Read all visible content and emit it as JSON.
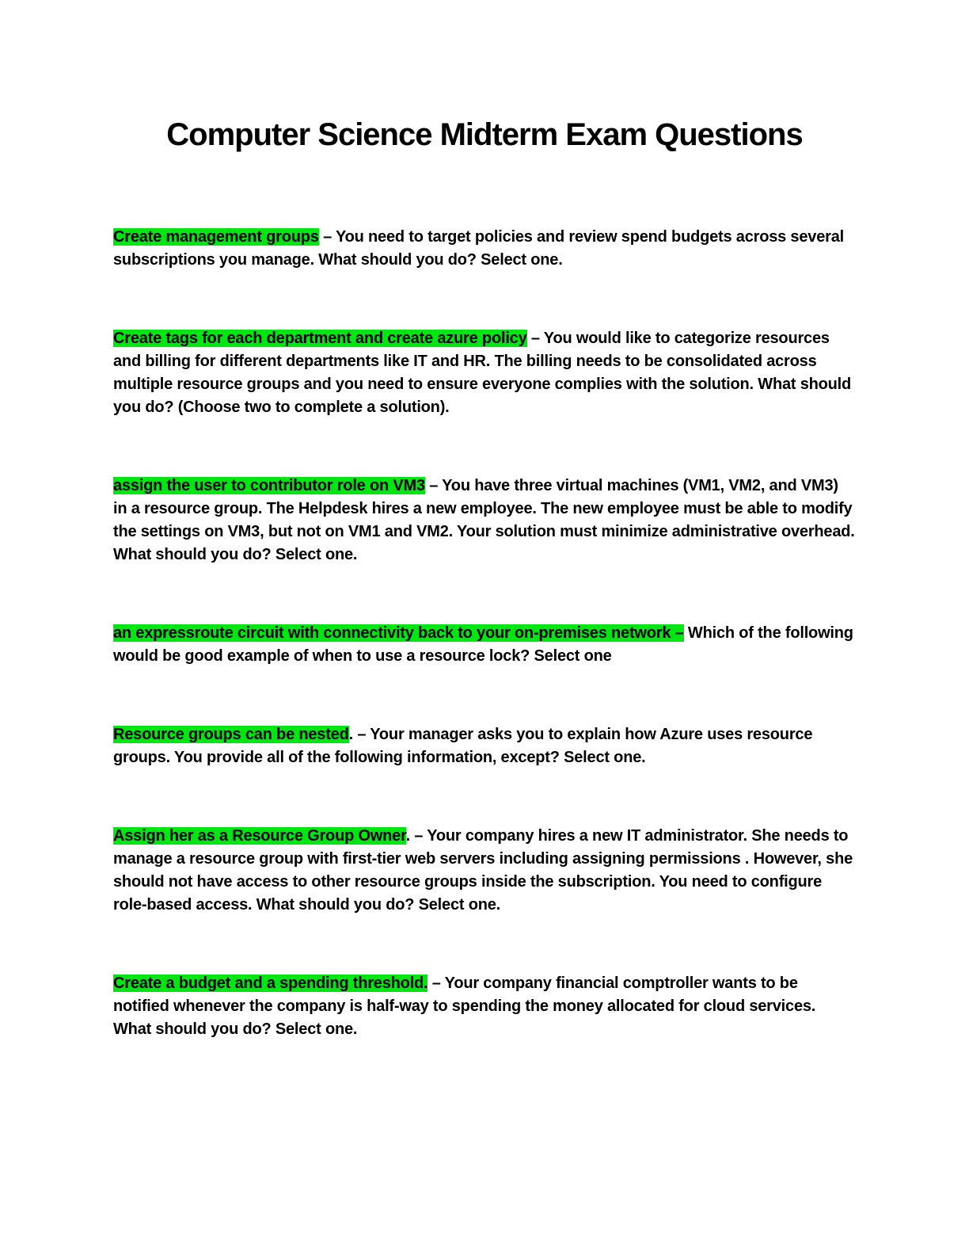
{
  "colors": {
    "highlight": "#00e613",
    "text": "#000000",
    "page_background": "#ffffff"
  },
  "document": {
    "title": "Computer Science Midterm Exam Questions",
    "questions": [
      {
        "answer": "Create management groups",
        "question": " – You need to target policies and review spend budgets across several subscriptions you manage. What should you do? Select one."
      },
      {
        "answer": "Create tags for each department and create azure policy",
        "question": " – You would like to categorize resources and billing for different departments like IT and HR. The billing needs to be consolidated across multiple resource groups and you need to ensure everyone complies with the solution. What should you do? (Choose two to complete a solution)."
      },
      {
        "answer": "assign the user to contributor role on VM3",
        "question": " – You have three virtual machines (VM1, VM2, and VM3) in a resource group. The Helpdesk hires a new employee. The new employee must be able to modify the settings on VM3, but not on VM1 and VM2. Your solution must minimize administrative overhead. What should you do? Select one."
      },
      {
        "answer": "an expressroute circuit with connectivity back to your on-premises network –",
        "question": " Which of the following would be good example of when to use a resource lock? Select one"
      },
      {
        "answer": "Resource groups can be nested",
        "question": ". – Your manager asks you to explain how Azure uses resource groups. You provide all of the following information, except? Select one."
      },
      {
        "answer": "Assign her as a Resource Group Owner",
        "question": ". – Your company hires a new IT administrator. She needs to manage a resource group with first-tier web servers including assigning permissions . However, she should not have access to other resource groups inside the subscription. You need to configure role-based access. What should you do? Select one."
      },
      {
        "answer": "Create a budget and a spending threshold.",
        "question": " – Your company financial comptroller wants to be notified whenever the company is half-way to spending the money allocated for cloud services. What should you do? Select one."
      }
    ]
  }
}
